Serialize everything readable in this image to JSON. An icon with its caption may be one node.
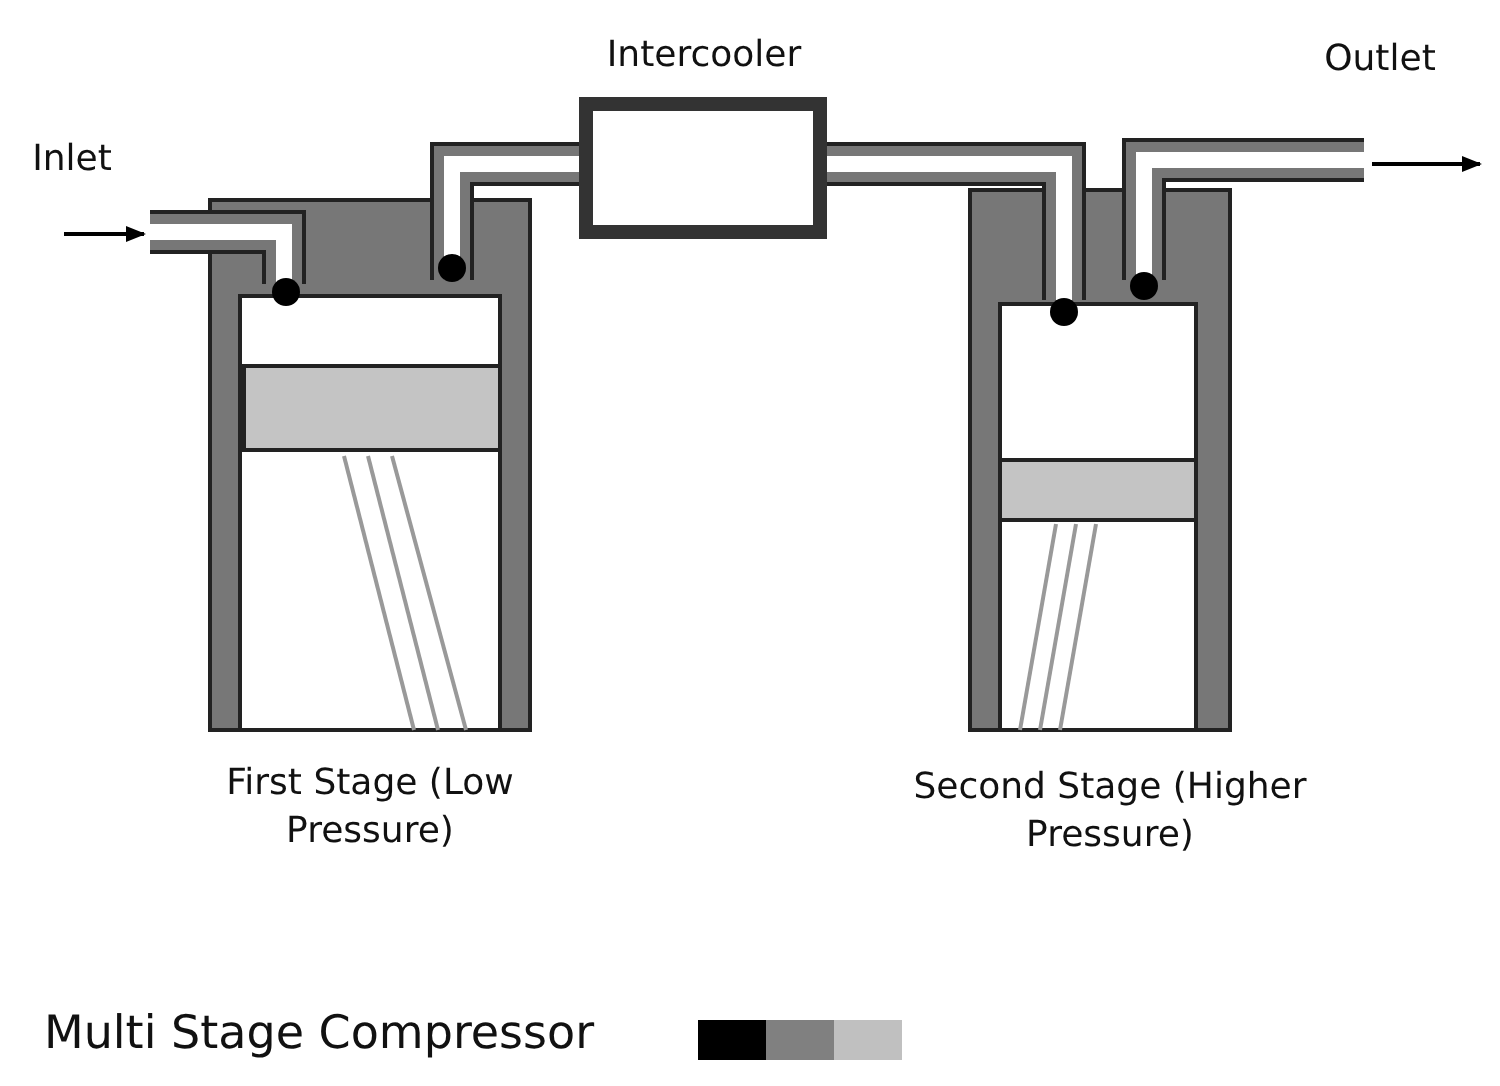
{
  "diagram": {
    "caption": "Multi Stage Compressor",
    "labels": [
      "Inlet",
      "Intercooler",
      "Outlet",
      "First Stage (Low Pressure)",
      "Second Stage (Higher Pressure)"
    ]
  }
}
